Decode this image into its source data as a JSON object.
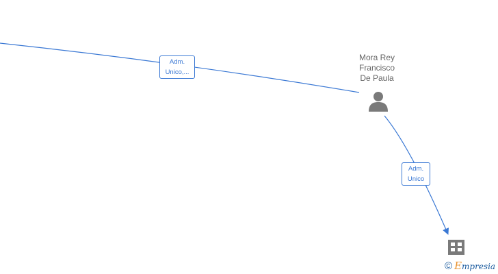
{
  "person": {
    "name_line1": "Mora Rey",
    "name_line2": "Francisco",
    "name_line3": "De Paula",
    "icon": "person-icon"
  },
  "edges": [
    {
      "label_line1": "Adm.",
      "label_line2": "Unico,..."
    },
    {
      "label_line1": "Adm.",
      "label_line2": "Unico"
    }
  ],
  "company": {
    "icon": "building-icon"
  },
  "watermark": {
    "copyright_symbol": "©",
    "brand_initial": "E",
    "brand_rest": "mpresia"
  },
  "colors": {
    "edge": "#3a78d4",
    "node_text": "#666666",
    "icon_fill": "#7a7a7a",
    "brand_orange": "#e8912d",
    "brand_blue": "#1a5a9e"
  }
}
